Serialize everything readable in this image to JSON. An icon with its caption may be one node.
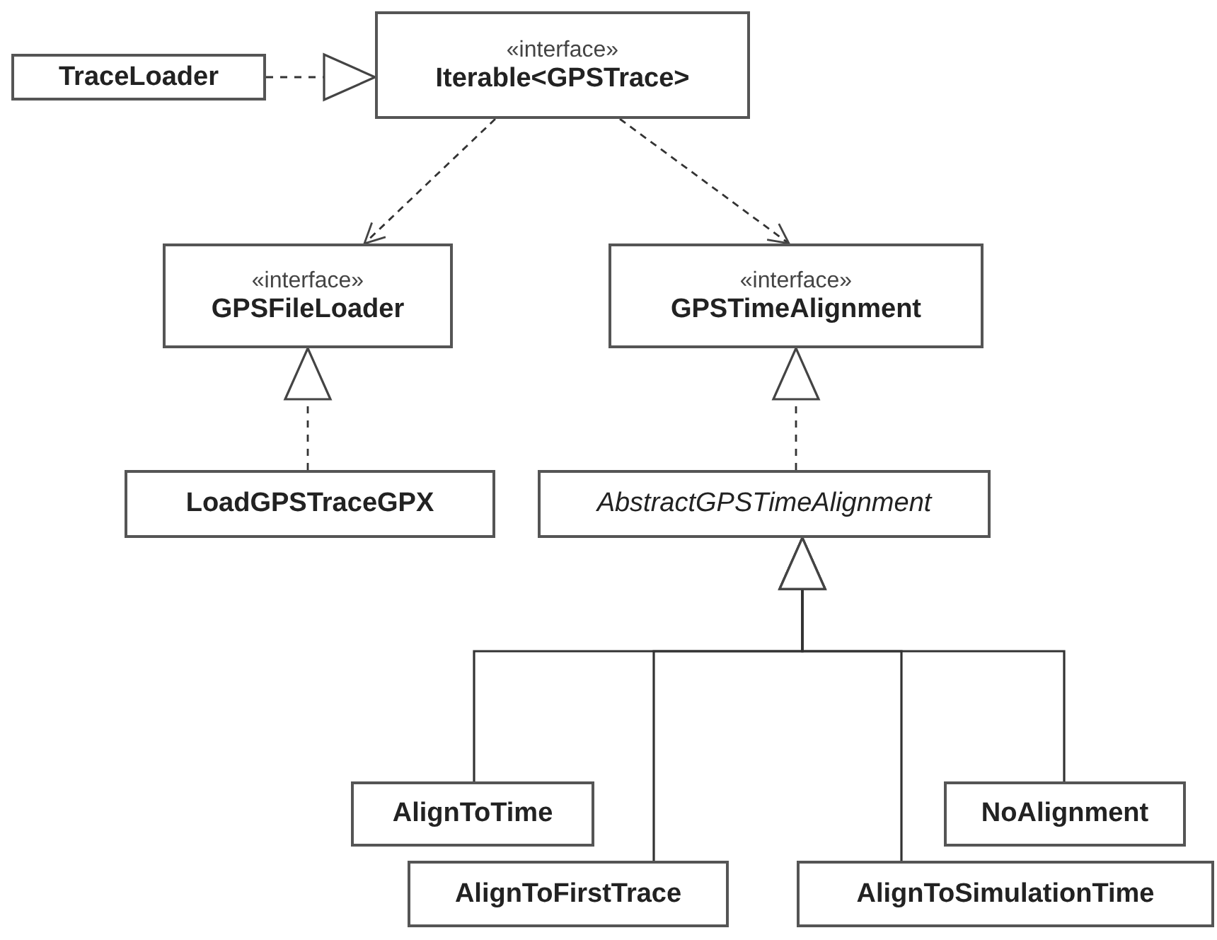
{
  "diagram": {
    "nodes": [
      {
        "text": [
          "TraceLoader"
        ]
      },
      {
        "text": [
          "«interface»",
          "Iterable<GPSTrace>"
        ]
      },
      {
        "text": [
          "«interface»",
          "GPSFileLoader"
        ]
      },
      {
        "text": [
          "«interface»",
          "GPSTimeAlignment"
        ]
      },
      {
        "text": [
          "LoadGPSTraceGPX"
        ]
      },
      {
        "text": [
          "AbstractGPSTimeAlignment"
        ]
      },
      {
        "text": [
          "AlignToTime"
        ]
      },
      {
        "text": [
          "NoAlignment"
        ]
      },
      {
        "text": [
          "AlignToFirstTrace"
        ]
      },
      {
        "text": [
          "AlignToSimulationTime"
        ]
      }
    ],
    "edges": [
      {
        "from": 0,
        "to": 1,
        "arrow": "to",
        "style": "dashed"
      },
      {
        "from": 1,
        "to": 2,
        "arrow": "to",
        "style": "dashed"
      },
      {
        "from": 1,
        "to": 3,
        "arrow": "to",
        "style": "dashed"
      },
      {
        "from": 4,
        "to": 2,
        "arrow": "to",
        "style": "dashed"
      },
      {
        "from": 5,
        "to": 3,
        "arrow": "to",
        "style": "dashed"
      },
      {
        "from": 6,
        "to": 5,
        "arrow": "to"
      },
      {
        "from": 8,
        "to": 5,
        "arrow": "to"
      },
      {
        "from": 9,
        "to": 5,
        "arrow": "to"
      },
      {
        "from": 7,
        "to": 5,
        "arrow": "to"
      }
    ]
  }
}
